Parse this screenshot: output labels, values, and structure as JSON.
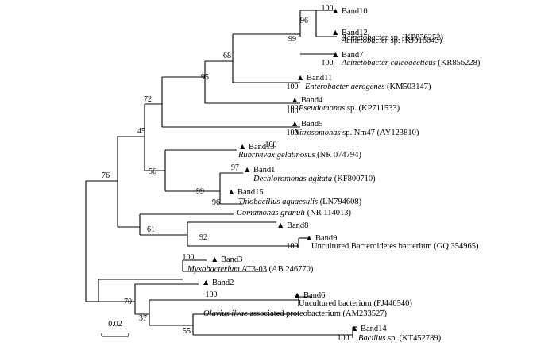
{
  "figure": {
    "type": "phylogenetic_tree",
    "marker_glyph": "▲",
    "scale_label": "0.02",
    "taxa": [
      {
        "band": "Band10",
        "name": "Acinetobacter",
        "name_italic": true,
        "rest": " sp. (KP836252)"
      },
      {
        "band": "Band12",
        "name": "Acinetobacter",
        "name_italic": true,
        "rest": " sp. (KJ016043)"
      },
      {
        "band": "Band7",
        "name": "Acinetobacter calcoaceticus",
        "name_italic": true,
        "rest": " (KR856228)"
      },
      {
        "band": "Band11",
        "name": "Enterobacter aerogenes",
        "name_italic": true,
        "rest": " (KM503147)"
      },
      {
        "band": "Band4",
        "name": "Pseudomonas",
        "name_italic": true,
        "rest": " sp. (KP711533)"
      },
      {
        "band": "Band5",
        "name": "Nitrosomonas",
        "name_italic": true,
        "rest": " sp. Nm47 (AY123810)"
      },
      {
        "band": "Band13",
        "name": "Rubrivivax gelatinosus",
        "name_italic": true,
        "rest": " (NR 074794)"
      },
      {
        "band": "Band1",
        "name": "Dechloromonas agitata",
        "name_italic": true,
        "rest": " (KF800710)"
      },
      {
        "band": "Band15",
        "name": "Thiobacillus aquaesulis",
        "name_italic": true,
        "rest": " (LN794608)"
      },
      {
        "band": "",
        "name": "Comamonas granuli",
        "name_italic": true,
        "rest": " (NR 114013)"
      },
      {
        "band": "Band8",
        "name": "",
        "name_italic": false,
        "rest": ""
      },
      {
        "band": "Band9",
        "name": "Uncultured Bacteroidetes bacterium",
        "name_italic": false,
        "rest": " (GQ 354965)"
      },
      {
        "band": "Band3",
        "name": "Myxobacterium",
        "name_italic": true,
        "rest": " AT3-03 (AB 246770)"
      },
      {
        "band": "Band2",
        "name": "",
        "name_italic": false,
        "rest": ""
      },
      {
        "band": "Band6",
        "name": "Uncultured bacterium",
        "name_italic": false,
        "rest": " (FJ440540)"
      },
      {
        "band": "",
        "name": "Olavius ilvae",
        "name_italic": true,
        "rest": " associated proteobacterium (AM233527)"
      },
      {
        "band": "Band14",
        "name": "Bacillus",
        "name_italic": true,
        "rest": " sp. (KT452789)"
      }
    ],
    "bootstrap": [
      "100",
      "96",
      "100",
      "99",
      "100",
      "68",
      "100",
      "95",
      "100",
      "72",
      "100",
      "45",
      "100",
      "97",
      "99",
      "96",
      "56",
      "76",
      "92",
      "100",
      "61",
      "100",
      "100",
      "70",
      "37",
      "55",
      "100"
    ]
  }
}
